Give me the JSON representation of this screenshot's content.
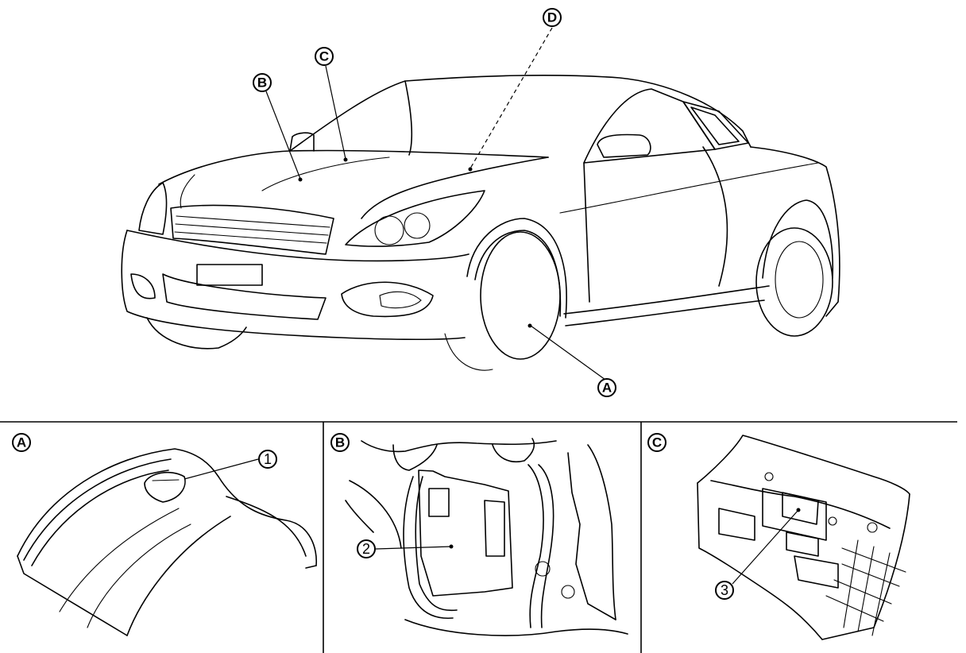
{
  "main_view": {
    "callouts": [
      {
        "id": "A",
        "label": "A"
      },
      {
        "id": "B",
        "label": "B"
      },
      {
        "id": "C",
        "label": "C"
      },
      {
        "id": "D",
        "label": "D"
      }
    ]
  },
  "panels": [
    {
      "id": "A",
      "label": "A",
      "part_label": "1",
      "part_icon": "tire-pressure-sensor-icon"
    },
    {
      "id": "B",
      "label": "B",
      "part_label": "2",
      "part_icon": "control-unit-icon"
    },
    {
      "id": "C",
      "label": "C",
      "part_label": "3",
      "part_icon": "control-unit-icon"
    }
  ]
}
